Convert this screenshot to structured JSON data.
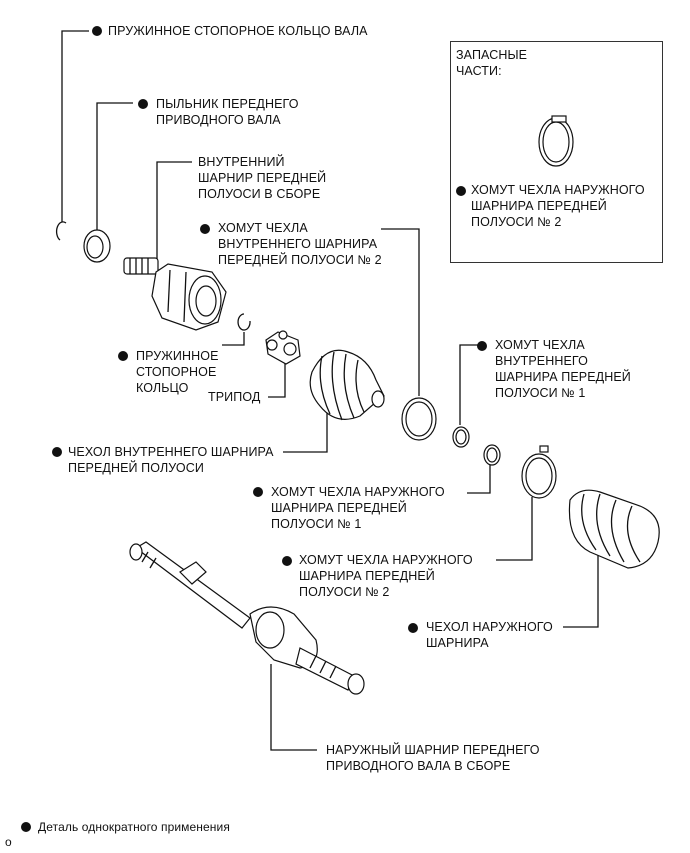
{
  "spare_parts": {
    "title": "ЗАПАСНЫЕ\nЧАСТИ:",
    "item": "ХОМУТ ЧЕХЛА НАРУЖНОГО\nШАРНИРА ПЕРЕДНЕЙ\nПОЛУОСИ № 2"
  },
  "labels": {
    "shaft_snap_ring": "ПРУЖИННОЕ СТОПОРНОЕ КОЛЬЦО ВАЛА",
    "dust_seal": "ПЫЛЬНИК ПЕРЕДНЕГО\nПРИВОДНОГО ВАЛА",
    "inboard_joint": "ВНУТРЕННИЙ\nШАРНИР ПЕРЕДНЕЙ\nПОЛУОСИ В СБОРЕ",
    "inboard_clamp_2": "ХОМУТ ЧЕХЛА\nВНУТРЕННЕГО ШАРНИРА\nПЕРЕДНЕЙ ПОЛУОСИ № 2",
    "snap_ring": "ПРУЖИННОЕ\nСТОПОРНОЕ\nКОЛЬЦО",
    "tripod": "ТРИПОД",
    "inboard_clamp_1": "ХОМУТ ЧЕХЛА\nВНУТРЕННЕГО\nШАРНИРА ПЕРЕДНЕЙ\nПОЛУОСИ № 1",
    "inboard_boot": "ЧЕХОЛ ВНУТРЕННЕГО ШАРНИРА\nПЕРЕДНЕЙ ПОЛУОСИ",
    "outboard_clamp_1": "ХОМУТ ЧЕХЛА НАРУЖНОГО\nШАРНИРА ПЕРЕДНЕЙ\nПОЛУОСИ № 1",
    "outboard_clamp_2": "ХОМУТ ЧЕХЛА НАРУЖНОГО\nШАРНИРА ПЕРЕДНЕЙ\nПОЛУОСИ № 2",
    "outboard_boot": "ЧЕХОЛ НАРУЖНОГО\nШАРНИРА",
    "outboard_joint": "НАРУЖНЫЙ ШАРНИР ПЕРЕДНЕГО\nПРИВОДНОГО ВАЛА В СБОРЕ"
  },
  "legend": {
    "text": "Деталь однократного применения",
    "code": "o"
  },
  "icons": {
    "bullet": "filled-circle-icon"
  }
}
